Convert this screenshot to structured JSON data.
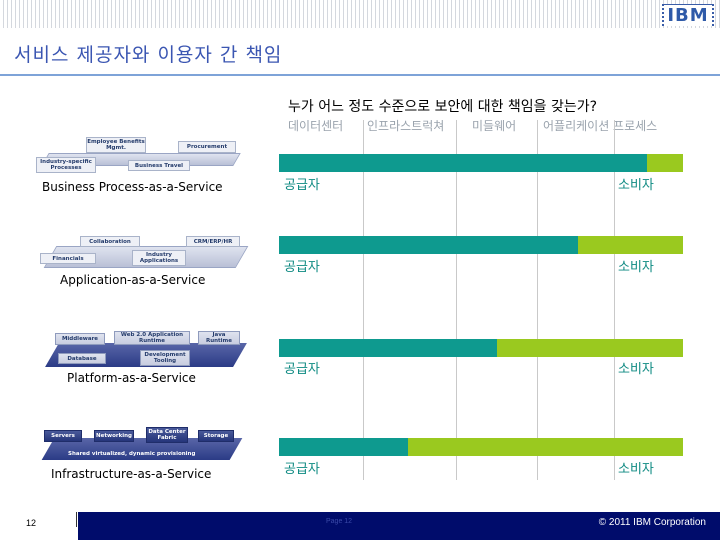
{
  "header": {
    "logo": "IBM",
    "title": "서비스 제공자와 이용자 간 책임"
  },
  "question": "누가 어느 정도 수준으로 보안에 대한 책임을 갖는가?",
  "layers": [
    "데이터센터",
    "인프라스트럭쳐",
    "미들웨어",
    "어플리케이션 프로세스"
  ],
  "rows": [
    {
      "service": "Business Process-as-a-Service",
      "provider_label": "공급자",
      "consumer_label": "소비자",
      "provider_share": 0.91,
      "diagram": {
        "items": [
          "Employee Benefits Mgmt.",
          "Procurement",
          "Industry-specific Processes",
          "Business Travel"
        ]
      }
    },
    {
      "service": "Application-as-a-Service",
      "provider_label": "공급자",
      "consumer_label": "소비자",
      "provider_share": 0.74,
      "diagram": {
        "items": [
          "Collaboration",
          "CRM/ERP/HR",
          "Financials",
          "Industry Applications"
        ]
      }
    },
    {
      "service": "Platform-as-a-Service",
      "provider_label": "공급자",
      "consumer_label": "소비자",
      "provider_share": 0.54,
      "diagram": {
        "items": [
          "Middleware",
          "Web 2.0 Application Runtime",
          "Java Runtime",
          "Database",
          "Development Tooling"
        ]
      }
    },
    {
      "service": "Infrastructure-as-a-Service",
      "provider_label": "공급자",
      "consumer_label": "소비자",
      "provider_share": 0.32,
      "diagram": {
        "items": [
          "Servers",
          "Networking",
          "Data Center Fabric",
          "Storage"
        ],
        "base": "Shared virtualized, dynamic provisioning"
      }
    }
  ],
  "colors": {
    "provider": "#0e9a8f",
    "consumer": "#9ac91f",
    "title": "#3b56b2",
    "footer": "#000c6b"
  },
  "footer": {
    "page_number": "12",
    "center_text": "Page 12",
    "copyright": "© 2011 IBM Corporation"
  }
}
